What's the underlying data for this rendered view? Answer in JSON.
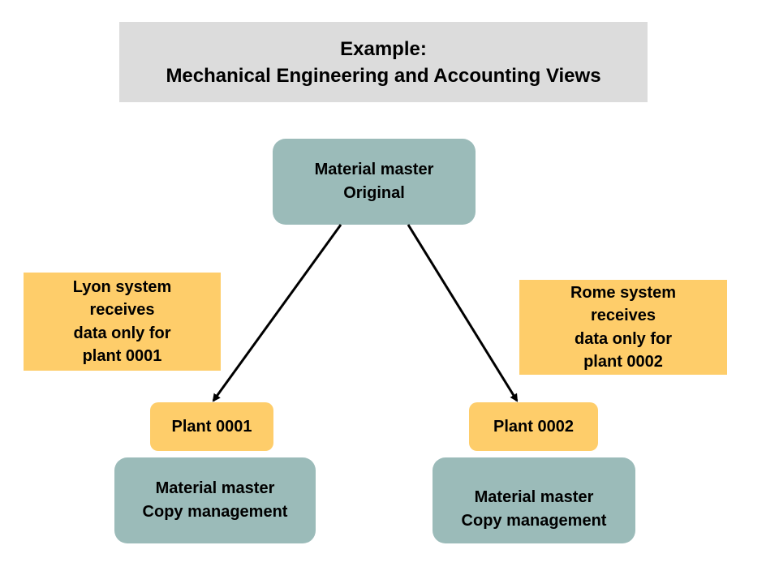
{
  "title": {
    "lines": [
      "Example:",
      "Mechanical Engineering and Accounting Views"
    ]
  },
  "nodes": {
    "original": {
      "lines": [
        "Material master",
        "Original"
      ]
    },
    "lyon_note": {
      "lines": [
        "Lyon system",
        "receives",
        "data only for",
        "plant 0001"
      ]
    },
    "rome_note": {
      "lines": [
        "Rome system",
        "receives",
        "data only for",
        "plant 0002"
      ]
    },
    "plant1": {
      "label": "Plant 0001"
    },
    "plant2": {
      "label": "Plant 0002"
    },
    "copy1": {
      "lines": [
        "Material master",
        "Copy management"
      ]
    },
    "copy2": {
      "lines": [
        "Material master",
        "Copy management"
      ]
    }
  },
  "edges": [
    {
      "from": "original",
      "to": "plant1"
    },
    {
      "from": "original",
      "to": "plant2"
    }
  ],
  "colors": {
    "title_bg": "#dcdcdc",
    "master_bg": "#9bbbb9",
    "note_bg": "#fecd6a",
    "arrow": "#000000"
  }
}
